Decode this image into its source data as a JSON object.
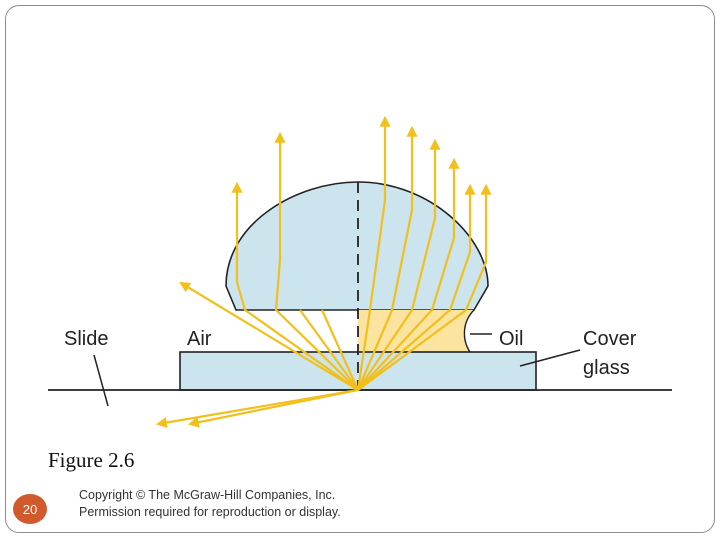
{
  "diagram": {
    "labels": {
      "slide": "Slide",
      "air": "Air",
      "oil": "Oil",
      "cover_glass_line1": "Cover",
      "cover_glass_line2": "glass"
    },
    "colors": {
      "lens_fill": "#cce4ee",
      "oil_fill": "#fbe3a0",
      "ray": "#f2c01c",
      "outline": "#222222",
      "badge": "#d05a2b"
    }
  },
  "caption": "Figure 2.6",
  "page_number": "20",
  "copyright": {
    "line1": "Copyright © The McGraw-Hill Companies, Inc.",
    "line2": "Permission required for reproduction or display."
  }
}
